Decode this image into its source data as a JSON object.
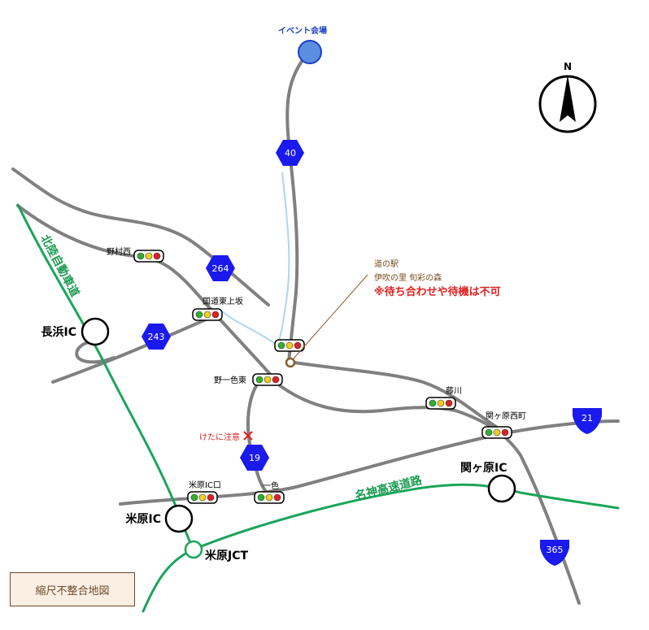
{
  "map": {
    "event_venue": "イベント会場",
    "north_label": "N",
    "scale_note": "縮尺不整合地図",
    "highways": {
      "hokuriku": "北陸自動車道",
      "meishin": "名神高速道路"
    },
    "interchanges": {
      "nagahama": "長浜IC",
      "maibara": "米原IC",
      "maibara_jct": "米原JCT",
      "sekigahara": "関ヶ原IC"
    },
    "routes": {
      "r40": "40",
      "r264": "264",
      "r243": "243",
      "r19": "19",
      "r21": "21",
      "r365": "365"
    },
    "intersections": {
      "nomura_nishi": "野村西",
      "kokudo_higashi_uesaka": "国道東上坂",
      "noichi_shiki_higashi": "野一色東",
      "fujikawa": "藤川",
      "sekigahara_nishimachi": "関ヶ原西町",
      "maibara_ic_guchi": "米原IC口",
      "isshiki": "一色"
    },
    "roadside_station": {
      "line1": "道の駅",
      "line2": "伊吹の里 旬彩の森",
      "note": "※待ち合わせや待機は不可"
    },
    "caution": "けたに注意",
    "colors": {
      "road": "#808080",
      "highway": "#1aa55a",
      "river": "#a8d8f0",
      "route_badge": "#1a1aee",
      "event_dot": "#5a8ee0",
      "signal_red": "#e02020",
      "signal_yellow": "#f0d020",
      "signal_green": "#30b030"
    }
  }
}
